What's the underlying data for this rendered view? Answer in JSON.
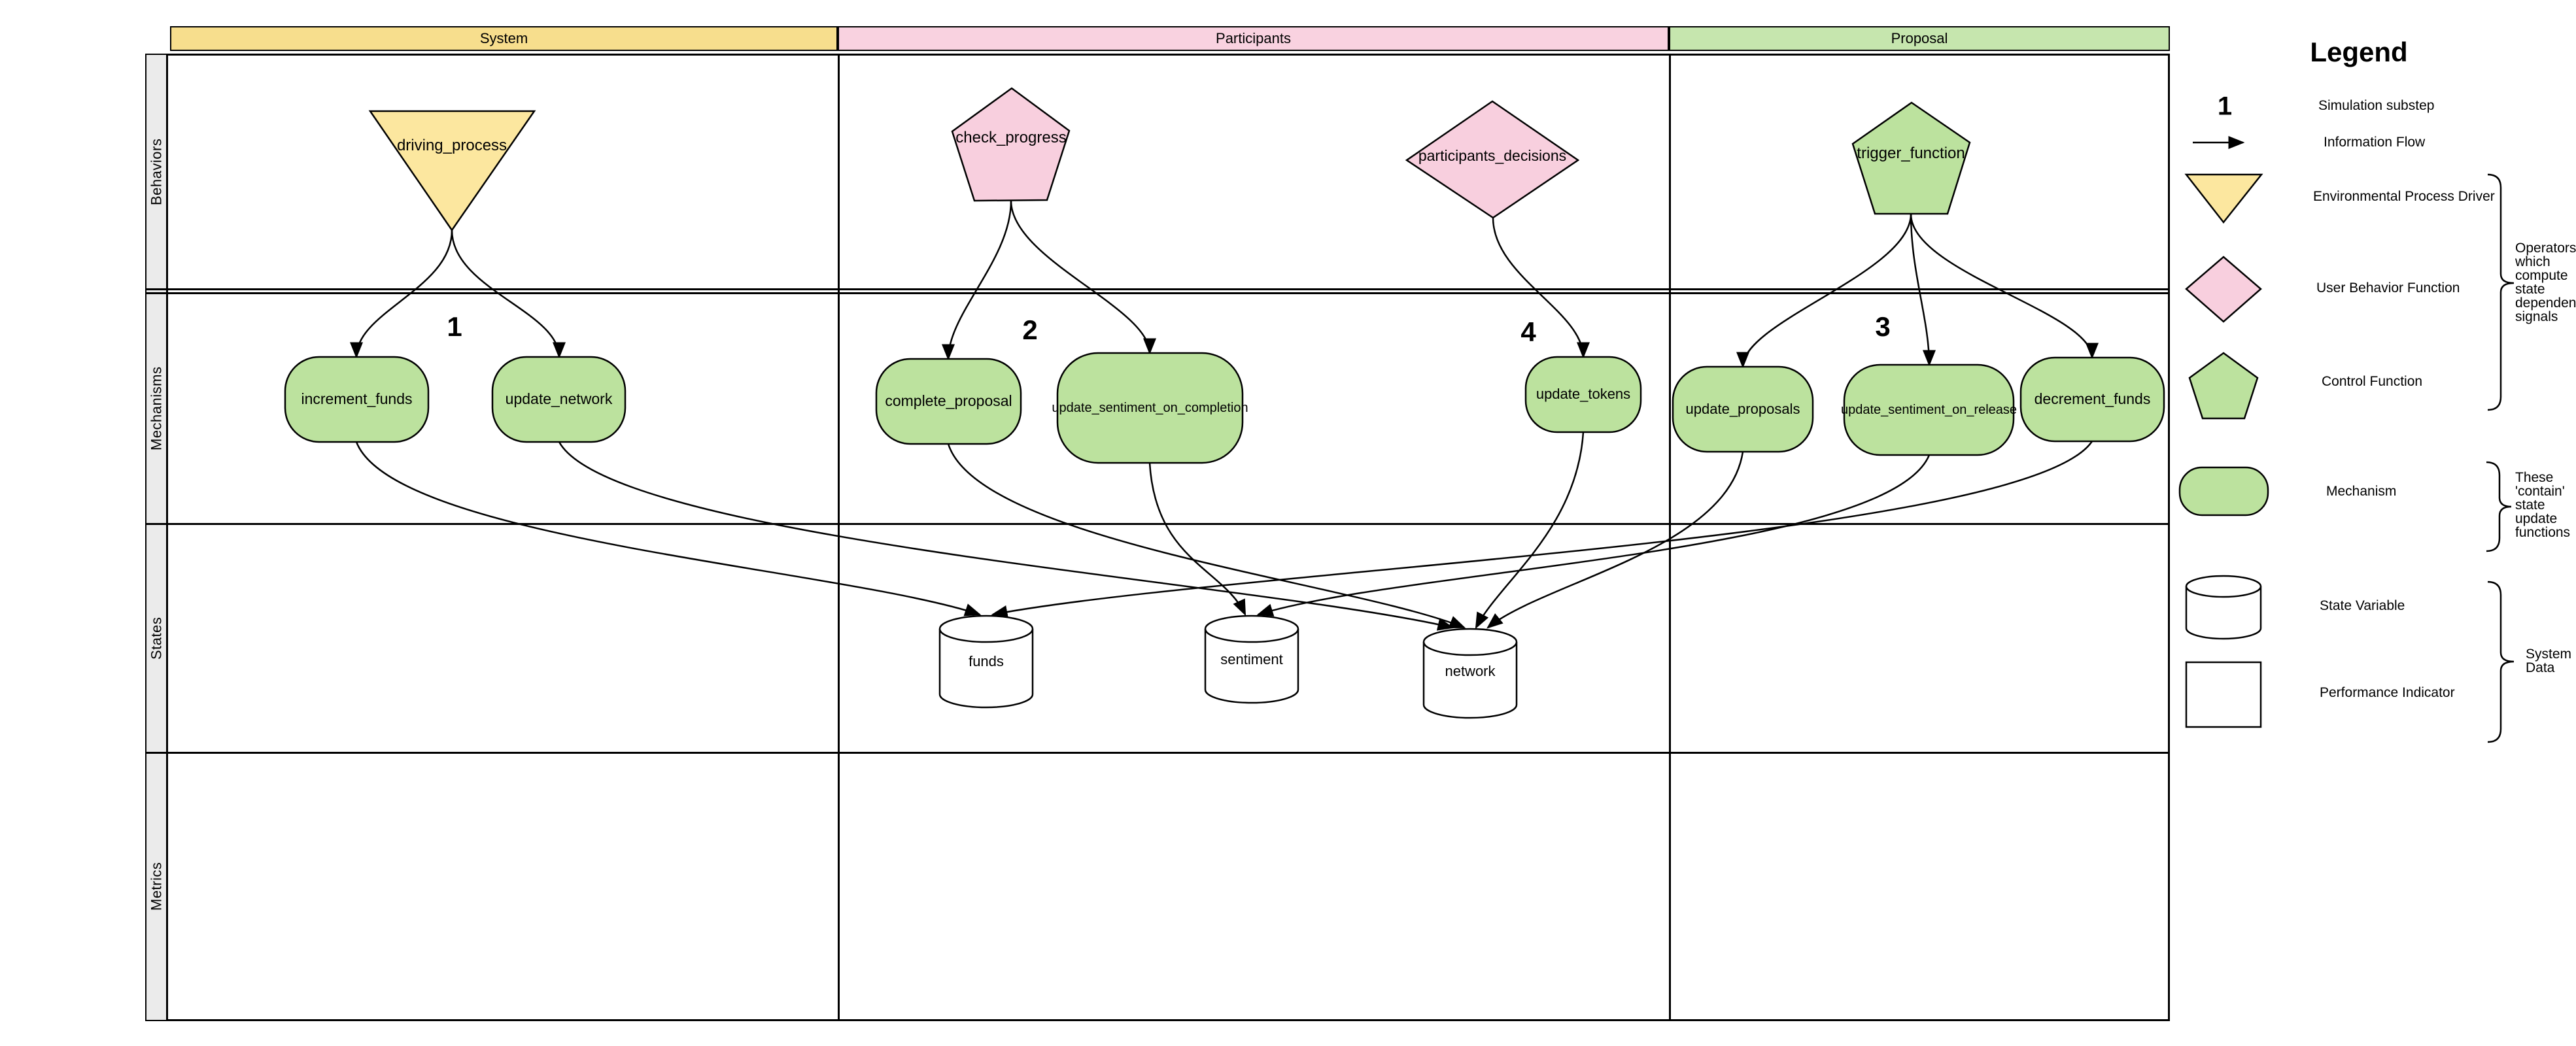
{
  "columns": [
    {
      "label": "System"
    },
    {
      "label": "Participants"
    },
    {
      "label": "Proposal"
    }
  ],
  "rows": [
    {
      "label": "Behaviors"
    },
    {
      "label": "Mechanisms"
    },
    {
      "label": "States"
    },
    {
      "label": "Metrics"
    }
  ],
  "substeps": {
    "s1": "1",
    "s2": "2",
    "s3": "3",
    "s4": "4"
  },
  "nodes": {
    "driving_process": {
      "label": "driving_process",
      "type": "environmental-process-driver"
    },
    "check_progress": {
      "label": "check_progress",
      "type": "user-behavior-function"
    },
    "participants_decisions": {
      "label": "participants_decisions",
      "type": "user-behavior-function"
    },
    "trigger_function": {
      "label": "trigger_function",
      "type": "control-function"
    },
    "increment_funds": {
      "label": "increment_funds",
      "type": "mechanism"
    },
    "update_network": {
      "label": "update_network",
      "type": "mechanism"
    },
    "complete_proposal": {
      "label": "complete_proposal",
      "type": "mechanism"
    },
    "update_sentiment_on_completion": {
      "label": "update_sentiment_on_completion",
      "type": "mechanism"
    },
    "update_tokens": {
      "label": "update_tokens",
      "type": "mechanism"
    },
    "update_proposals": {
      "label": "update_proposals",
      "type": "mechanism"
    },
    "update_sentiment_on_release": {
      "label": "update_sentiment_on_release",
      "type": "mechanism"
    },
    "decrement_funds": {
      "label": "decrement_funds",
      "type": "mechanism"
    },
    "funds": {
      "label": "funds",
      "type": "state-variable"
    },
    "sentiment": {
      "label": "sentiment",
      "type": "state-variable"
    },
    "network": {
      "label": "network",
      "type": "state-variable"
    }
  },
  "edges": [
    {
      "from": "driving_process",
      "to": "increment_funds"
    },
    {
      "from": "driving_process",
      "to": "update_network"
    },
    {
      "from": "check_progress",
      "to": "complete_proposal"
    },
    {
      "from": "check_progress",
      "to": "update_sentiment_on_completion"
    },
    {
      "from": "participants_decisions",
      "to": "update_tokens"
    },
    {
      "from": "trigger_function",
      "to": "update_proposals"
    },
    {
      "from": "trigger_function",
      "to": "update_sentiment_on_release"
    },
    {
      "from": "trigger_function",
      "to": "decrement_funds"
    },
    {
      "from": "increment_funds",
      "to": "funds"
    },
    {
      "from": "decrement_funds",
      "to": "funds"
    },
    {
      "from": "update_sentiment_on_completion",
      "to": "sentiment"
    },
    {
      "from": "update_sentiment_on_release",
      "to": "sentiment"
    },
    {
      "from": "update_network",
      "to": "network"
    },
    {
      "from": "complete_proposal",
      "to": "network"
    },
    {
      "from": "update_tokens",
      "to": "network"
    },
    {
      "from": "update_proposals",
      "to": "network"
    }
  ],
  "legend": {
    "title": "Legend",
    "items": [
      {
        "symbol": "substep-number",
        "label": "Simulation substep"
      },
      {
        "symbol": "arrow",
        "label": "Information Flow"
      },
      {
        "symbol": "triangle",
        "label": "Environmental Process Driver"
      },
      {
        "symbol": "diamond",
        "label": "User Behavior Function"
      },
      {
        "symbol": "pentagon",
        "label": "Control Function"
      },
      {
        "symbol": "capsule",
        "label": "Mechanism"
      },
      {
        "symbol": "cylinder",
        "label": "State Variable"
      },
      {
        "symbol": "square",
        "label": "Performance Indicator"
      }
    ],
    "sample_number": "1",
    "annotations": [
      {
        "text": "Operators which compute state dependent signals"
      },
      {
        "text": "These 'contain' state update functions"
      },
      {
        "text": "System Data"
      }
    ]
  },
  "colors": {
    "shape_yellow": "#FCE79F",
    "shape_pink": "#F8CFDE",
    "shape_green": "#BCE29E",
    "header_yellow": "#F7DE8D",
    "header_pink": "#F9D2E0",
    "header_green": "#C6E6AE",
    "row_strip": "#EBEBEB",
    "stroke": "#000000"
  }
}
